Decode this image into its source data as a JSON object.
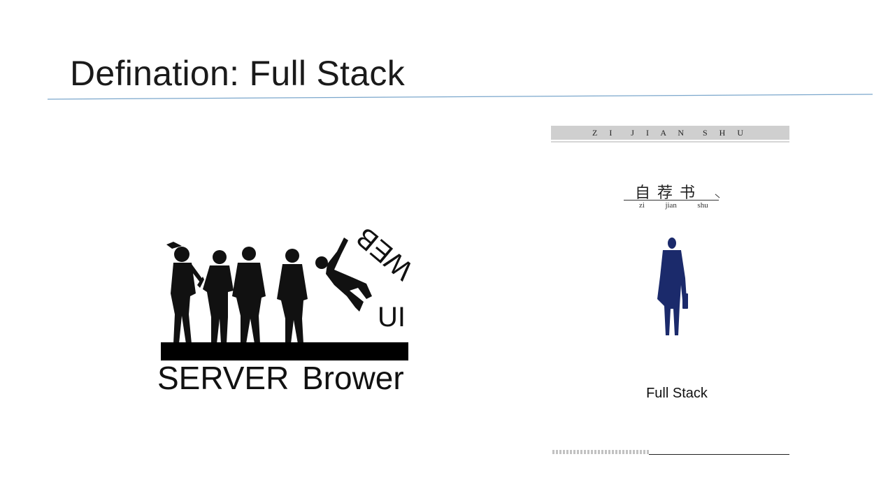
{
  "slide": {
    "title": "Defination: Full Stack",
    "accent_color": "#7ba7cc"
  },
  "illustration": {
    "labels": {
      "server": "SERVER",
      "brower": "Brower",
      "ui": "UI",
      "web": "WEB"
    }
  },
  "document": {
    "band_text": "Z I  J I A N  S H U",
    "heading": "自荐书",
    "pinyin": "zi  jian  shu",
    "caption": "Full Stack",
    "figure_color": "#1b2a6b"
  }
}
